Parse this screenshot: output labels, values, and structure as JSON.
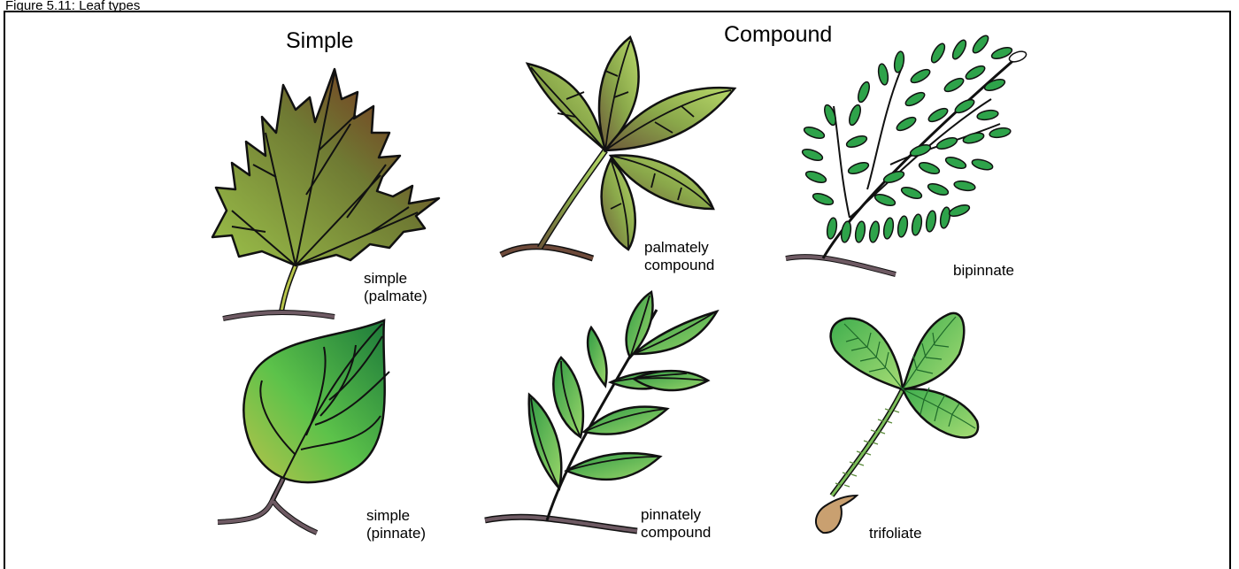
{
  "caption": "Figure 5.11: Leaf types",
  "headings": {
    "simple": "Simple",
    "compound": "Compound"
  },
  "labels": {
    "simple_palmate": "simple\n(palmate)",
    "palmately_compound": "palmately\ncompound",
    "bipinnate": "bipinnate",
    "simple_pinnate": "simple\n(pinnate)",
    "pinnately_compound": "pinnately\ncompound",
    "trifoliate": "trifoliate"
  },
  "colors": {
    "stem": "#6e5a63",
    "leaf_dark_green": "#1f8a3a",
    "leaf_light_green": "#7fd15a",
    "leaf_olive": "#8a8a3a",
    "leaf_red": "#8a2a1a",
    "outline": "#111111"
  }
}
